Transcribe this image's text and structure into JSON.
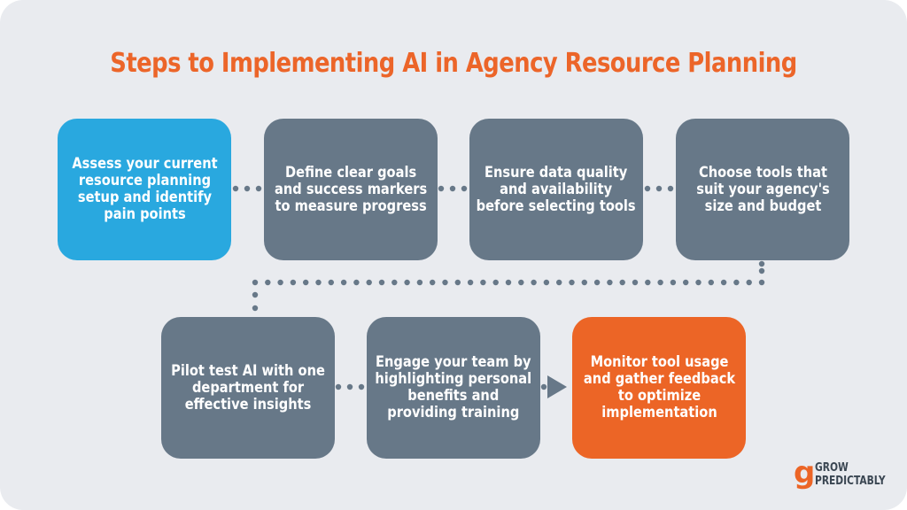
{
  "title": "Steps to Implementing AI in Agency Resource Planning",
  "colors": {
    "panel": "#e9ebef",
    "title": "#ec6529",
    "step_default": "#677888",
    "step_first": "#29a8df",
    "step_last": "#ec6526",
    "connector": "#677888",
    "logo_dark": "#3a4652",
    "logo_accent": "#ec6526"
  },
  "steps": [
    {
      "lines": [
        "Assess your current",
        "resource planning",
        "setup and identify",
        "pain points"
      ],
      "color": "#29a8df"
    },
    {
      "lines": [
        "Define clear goals",
        "and success markers",
        "to measure progress"
      ],
      "color": "#677888"
    },
    {
      "lines": [
        "Ensure data quality",
        "and availability",
        "before selecting tools"
      ],
      "color": "#677888"
    },
    {
      "lines": [
        "Choose tools that",
        "suit your agency's",
        "size and budget"
      ],
      "color": "#677888"
    },
    {
      "lines": [
        "Pilot test AI with one",
        "department for",
        "effective insights"
      ],
      "color": "#677888"
    },
    {
      "lines": [
        "Engage your team by",
        "highlighting personal",
        "benefits and",
        "providing training"
      ],
      "color": "#677888"
    },
    {
      "lines": [
        "Monitor tool usage",
        "and gather feedback",
        "to optimize",
        "implementation"
      ],
      "color": "#ec6526"
    }
  ],
  "logo": {
    "glyph": "g",
    "line1": "GROW",
    "line2": "PREDICTABLY"
  }
}
